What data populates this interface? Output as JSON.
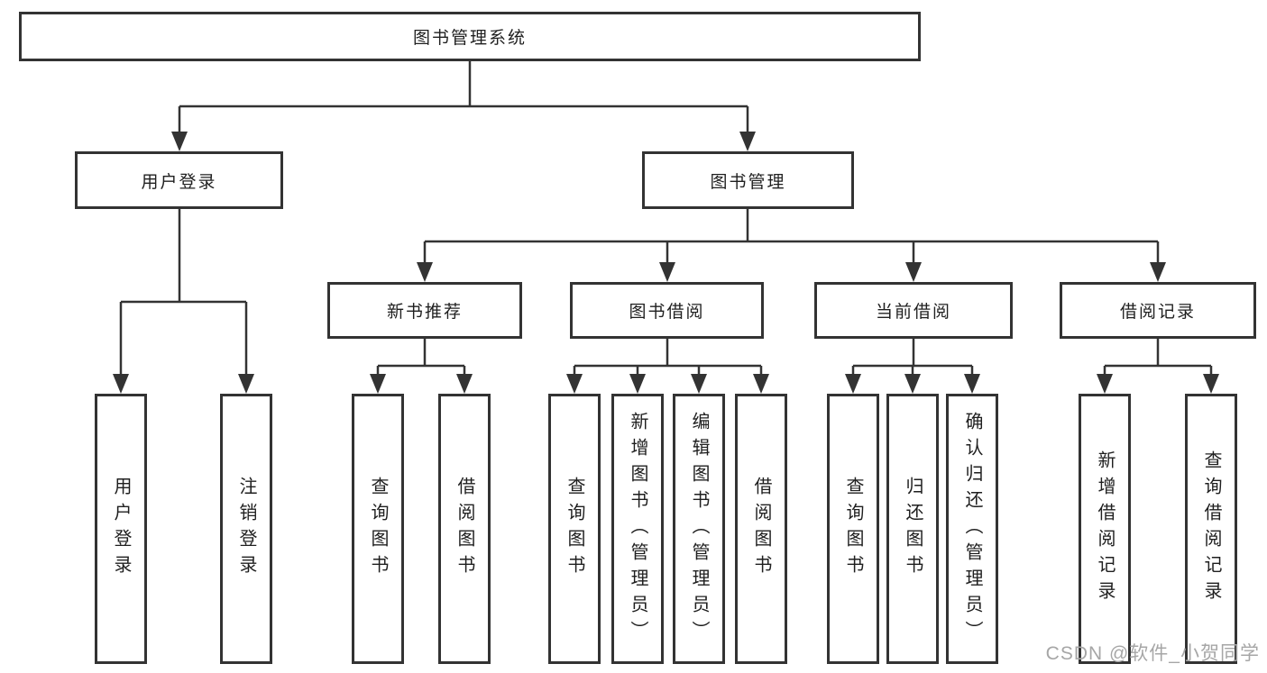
{
  "diagram_title": "图书管理系统",
  "tree": {
    "label": "图书管理系统",
    "children": [
      {
        "label": "用户登录",
        "children": [
          {
            "label": "用户登录"
          },
          {
            "label": "注销登录"
          }
        ]
      },
      {
        "label": "图书管理",
        "children": [
          {
            "label": "新书推荐",
            "children": [
              {
                "label": "查询图书"
              },
              {
                "label": "借阅图书"
              }
            ]
          },
          {
            "label": "图书借阅",
            "children": [
              {
                "label": "查询图书"
              },
              {
                "label": "新增图书（管理员）"
              },
              {
                "label": "编辑图书（管理员）"
              },
              {
                "label": "借阅图书"
              }
            ]
          },
          {
            "label": "当前借阅",
            "children": [
              {
                "label": "查询图书"
              },
              {
                "label": "归还图书"
              },
              {
                "label": "确认归还（管理员）"
              }
            ]
          },
          {
            "label": "借阅记录",
            "children": [
              {
                "label": "新增借阅记录"
              },
              {
                "label": "查询借阅记录"
              }
            ]
          }
        ]
      }
    ]
  },
  "watermark": {
    "text": "CSDN @软件_小贺同学"
  },
  "colors": {
    "line": "#333333",
    "box_border": "#333333",
    "text": "#1f1f1f",
    "watermark": "#a6a6a6",
    "background": "#ffffff"
  }
}
